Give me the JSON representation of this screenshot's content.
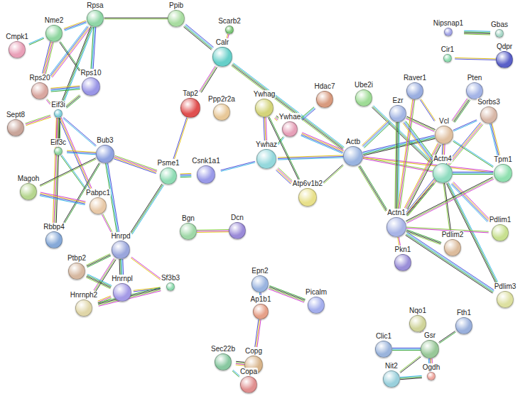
{
  "diagram": {
    "nodes": [
      {
        "text": [
          "Cmpk1"
        ]
      },
      {
        "text": [
          "Nme2"
        ]
      },
      {
        "text": [
          "Rpsa"
        ]
      },
      {
        "text": [
          "Ppib"
        ]
      },
      {
        "text": [
          "Scarb2"
        ]
      },
      {
        "text": [
          "Calr"
        ]
      },
      {
        "text": [
          "Rps20"
        ]
      },
      {
        "text": [
          "Rps10"
        ]
      },
      {
        "text": [
          "Sept8"
        ]
      },
      {
        "text": [
          "Eif3i"
        ]
      },
      {
        "text": [
          "Eif3c"
        ]
      },
      {
        "text": [
          "Bub3"
        ]
      },
      {
        "text": [
          "Magoh"
        ]
      },
      {
        "text": [
          "Pabpc1"
        ]
      },
      {
        "text": [
          "Psme1"
        ]
      },
      {
        "text": [
          "Tap2"
        ]
      },
      {
        "text": [
          "Rbbp4"
        ]
      },
      {
        "text": [
          "Hnrpd"
        ]
      },
      {
        "text": [
          "Ptbp2"
        ]
      },
      {
        "text": [
          "Hnrnpl"
        ]
      },
      {
        "text": [
          "Sf3b3"
        ]
      },
      {
        "text": [
          "Hnrnph2"
        ]
      },
      {
        "text": [
          "Ppp2r2a"
        ]
      },
      {
        "text": [
          "Ywhag"
        ]
      },
      {
        "text": [
          "Ywhae"
        ]
      },
      {
        "text": [
          "Hdac7"
        ]
      },
      {
        "text": [
          "Ube2i"
        ]
      },
      {
        "text": [
          "Csnk1a1"
        ]
      },
      {
        "text": [
          "Ywhaz"
        ]
      },
      {
        "text": [
          "Atp6v1b2"
        ]
      },
      {
        "text": [
          "Actb"
        ]
      },
      {
        "text": [
          "Nipsnap1"
        ]
      },
      {
        "text": [
          "Gbas"
        ]
      },
      {
        "text": [
          "Cir1"
        ]
      },
      {
        "text": [
          "Qdpr"
        ]
      },
      {
        "text": [
          "Raver1"
        ]
      },
      {
        "text": [
          "Pten"
        ]
      },
      {
        "text": [
          "Ezr"
        ]
      },
      {
        "text": [
          "Vcl"
        ]
      },
      {
        "text": [
          "Sorbs3"
        ]
      },
      {
        "text": [
          "Tpm1"
        ]
      },
      {
        "text": [
          "Actn4"
        ]
      },
      {
        "text": [
          "Actn1"
        ]
      },
      {
        "text": [
          "Pdlim1"
        ]
      },
      {
        "text": [
          "Pdlim2"
        ]
      },
      {
        "text": [
          "Pkn1"
        ]
      },
      {
        "text": [
          "Pdlim3"
        ]
      },
      {
        "text": [
          "Bgn"
        ]
      },
      {
        "text": [
          "Dcn"
        ]
      },
      {
        "text": [
          "Epn2"
        ]
      },
      {
        "text": [
          "Picalm"
        ]
      },
      {
        "text": [
          "Ap1b1"
        ]
      },
      {
        "text": [
          "Sec22b"
        ]
      },
      {
        "text": [
          "Copg"
        ]
      },
      {
        "text": [
          "Copa"
        ]
      },
      {
        "text": [
          "Nqo1"
        ]
      },
      {
        "text": [
          "Fth1"
        ]
      },
      {
        "text": [
          "Clic1"
        ]
      },
      {
        "text": [
          "Gsr"
        ]
      },
      {
        "text": [
          "Ogdh"
        ]
      },
      {
        "text": [
          "Nit2"
        ]
      }
    ],
    "edges": [
      {
        "from": 0,
        "to": 1,
        "arrow": "none"
      },
      {
        "from": 1,
        "to": 2,
        "arrow": "none"
      },
      {
        "from": 1,
        "to": 6,
        "arrow": "none"
      },
      {
        "from": 1,
        "to": 7,
        "arrow": "none"
      },
      {
        "from": 2,
        "to": 7,
        "arrow": "none"
      },
      {
        "from": 2,
        "to": 6,
        "arrow": "none"
      },
      {
        "from": 2,
        "to": 3,
        "arrow": "none"
      },
      {
        "from": 2,
        "to": 9,
        "arrow": "none"
      },
      {
        "from": 6,
        "to": 7,
        "arrow": "none"
      },
      {
        "from": 6,
        "to": 9,
        "arrow": "none"
      },
      {
        "from": 7,
        "to": 9,
        "arrow": "none"
      },
      {
        "from": 3,
        "to": 5,
        "arrow": "none"
      },
      {
        "from": 4,
        "to": 5,
        "arrow": "none"
      },
      {
        "from": 5,
        "to": 15,
        "arrow": "none"
      },
      {
        "from": 5,
        "to": 30,
        "arrow": "none"
      },
      {
        "from": 15,
        "to": 14,
        "arrow": "none"
      },
      {
        "from": 8,
        "to": 9,
        "arrow": "none"
      },
      {
        "from": 9,
        "to": 10,
        "arrow": "none"
      },
      {
        "from": 9,
        "to": 11,
        "arrow": "none"
      },
      {
        "from": 9,
        "to": 13,
        "arrow": "none"
      },
      {
        "from": 9,
        "to": 16,
        "arrow": "none"
      },
      {
        "from": 10,
        "to": 13,
        "arrow": "none"
      },
      {
        "from": 10,
        "to": 11,
        "arrow": "none"
      },
      {
        "from": 11,
        "to": 14,
        "arrow": "none"
      },
      {
        "from": 11,
        "to": 16,
        "arrow": "none"
      },
      {
        "from": 11,
        "to": 17,
        "arrow": "none"
      },
      {
        "from": 12,
        "to": 13,
        "arrow": "none"
      },
      {
        "from": 12,
        "to": 11,
        "arrow": "none"
      },
      {
        "from": 14,
        "to": 17,
        "arrow": "none"
      },
      {
        "from": 14,
        "to": 27,
        "arrow": "none"
      },
      {
        "from": 13,
        "to": 17,
        "arrow": "none"
      },
      {
        "from": 17,
        "to": 18,
        "arrow": "none"
      },
      {
        "from": 17,
        "to": 19,
        "arrow": "none"
      },
      {
        "from": 17,
        "to": 20,
        "arrow": "none"
      },
      {
        "from": 17,
        "to": 21,
        "arrow": "none"
      },
      {
        "from": 18,
        "to": 19,
        "arrow": "none"
      },
      {
        "from": 19,
        "to": 20,
        "arrow": "none"
      },
      {
        "from": 19,
        "to": 21,
        "arrow": "none"
      },
      {
        "from": 21,
        "to": 20,
        "arrow": "none"
      },
      {
        "from": 27,
        "to": 28,
        "arrow": "none"
      },
      {
        "from": 23,
        "to": 28,
        "arrow": "none"
      },
      {
        "from": 23,
        "to": 24,
        "arrow": "none"
      },
      {
        "from": 24,
        "to": 28,
        "arrow": "none"
      },
      {
        "from": 28,
        "to": 30,
        "arrow": "none"
      },
      {
        "from": 28,
        "to": 29,
        "arrow": "none"
      },
      {
        "from": 23,
        "to": 29,
        "arrow": "none"
      },
      {
        "from": 25,
        "to": 24,
        "arrow": "none"
      },
      {
        "from": 24,
        "to": 30,
        "arrow": "none"
      },
      {
        "from": 29,
        "to": 30,
        "arrow": "none"
      },
      {
        "from": 26,
        "to": 41,
        "arrow": "none"
      },
      {
        "from": 30,
        "to": 37,
        "arrow": "none"
      },
      {
        "from": 30,
        "to": 41,
        "arrow": "none"
      },
      {
        "from": 30,
        "to": 42,
        "arrow": "none"
      },
      {
        "from": 30,
        "to": 38,
        "arrow": "none"
      },
      {
        "from": 30,
        "to": 40,
        "arrow": "none"
      },
      {
        "from": 37,
        "to": 38,
        "arrow": "none"
      },
      {
        "from": 37,
        "to": 42,
        "arrow": "none"
      },
      {
        "from": 35,
        "to": 38,
        "arrow": "none"
      },
      {
        "from": 35,
        "to": 42,
        "arrow": "none"
      },
      {
        "from": 36,
        "to": 38,
        "arrow": "none"
      },
      {
        "from": 38,
        "to": 39,
        "arrow": "none"
      },
      {
        "from": 38,
        "to": 41,
        "arrow": "none"
      },
      {
        "from": 38,
        "to": 42,
        "arrow": "none"
      },
      {
        "from": 38,
        "to": 40,
        "arrow": "none"
      },
      {
        "from": 39,
        "to": 40,
        "arrow": "none"
      },
      {
        "from": 39,
        "to": 42,
        "arrow": "none"
      },
      {
        "from": 41,
        "to": 42,
        "arrow": "none"
      },
      {
        "from": 41,
        "to": 40,
        "arrow": "none"
      },
      {
        "from": 41,
        "to": 43,
        "arrow": "none"
      },
      {
        "from": 41,
        "to": 44,
        "arrow": "none"
      },
      {
        "from": 41,
        "to": 46,
        "arrow": "none"
      },
      {
        "from": 41,
        "to": 37,
        "arrow": "none"
      },
      {
        "from": 42,
        "to": 43,
        "arrow": "none"
      },
      {
        "from": 42,
        "to": 44,
        "arrow": "none"
      },
      {
        "from": 42,
        "to": 46,
        "arrow": "none"
      },
      {
        "from": 42,
        "to": 45,
        "arrow": "none"
      },
      {
        "from": 42,
        "to": 40,
        "arrow": "none"
      },
      {
        "from": 31,
        "to": 32,
        "arrow": "none"
      },
      {
        "from": 33,
        "to": 34,
        "arrow": "none"
      },
      {
        "from": 47,
        "to": 48,
        "arrow": "none"
      },
      {
        "from": 49,
        "to": 50,
        "arrow": "none"
      },
      {
        "from": 49,
        "to": 51,
        "arrow": "none"
      },
      {
        "from": 51,
        "to": 53,
        "arrow": "none"
      },
      {
        "from": 52,
        "to": 53,
        "arrow": "none"
      },
      {
        "from": 52,
        "to": 54,
        "arrow": "none"
      },
      {
        "from": 53,
        "to": 54,
        "arrow": "none"
      },
      {
        "from": 55,
        "to": 58,
        "arrow": "none"
      },
      {
        "from": 56,
        "to": 58,
        "arrow": "none"
      },
      {
        "from": 57,
        "to": 58,
        "arrow": "none"
      },
      {
        "from": 58,
        "to": 59,
        "arrow": "none"
      },
      {
        "from": 58,
        "to": 60,
        "arrow": "none"
      },
      {
        "from": 60,
        "to": 59,
        "arrow": "none"
      }
    ]
  }
}
